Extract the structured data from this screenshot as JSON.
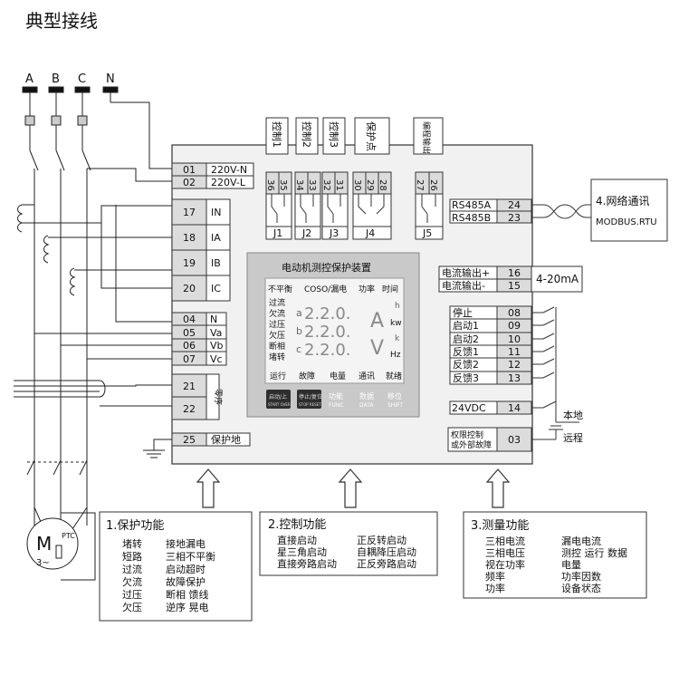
{
  "title": "典型接线",
  "phases": [
    "A",
    "B",
    "C",
    "N"
  ],
  "left_terminals": [
    {
      "num": "01",
      "label": "220V-N"
    },
    {
      "num": "02",
      "label": "220V-L"
    },
    {
      "num": "17",
      "label": "IN"
    },
    {
      "num": "18",
      "label": "IA"
    },
    {
      "num": "19",
      "label": "IB"
    },
    {
      "num": "20",
      "label": "IC"
    },
    {
      "num": "04",
      "label": "N"
    },
    {
      "num": "05",
      "label": "Va"
    },
    {
      "num": "06",
      "label": "Vb"
    },
    {
      "num": "07",
      "label": "Vc"
    },
    {
      "num": "21",
      "label": ""
    },
    {
      "num": "22",
      "label": ""
    },
    {
      "num": "25",
      "label": "保护地"
    }
  ],
  "leakage_label": "零序",
  "relays": [
    {
      "name": "控制1",
      "pins": [
        "36",
        "35"
      ],
      "block": "J1"
    },
    {
      "name": "控制2",
      "pins": [
        "34",
        "33"
      ],
      "block": "J2"
    },
    {
      "name": "控制3",
      "pins": [
        "32",
        "31"
      ],
      "block": "J3"
    },
    {
      "name": "保护点",
      "pins": [
        "30",
        "29",
        "28"
      ],
      "block": "J4"
    },
    {
      "name": "编程输出",
      "pins": [
        "27",
        "26"
      ],
      "block": "J5"
    }
  ],
  "comm": {
    "terminals": [
      {
        "label": "RS485A",
        "num": "24"
      },
      {
        "label": "RS485B",
        "num": "23"
      }
    ],
    "box_line1": "4.网络通讯",
    "box_line2": "MODBUS.RTU"
  },
  "analog_out": {
    "terminals": [
      {
        "label": "电流输出+",
        "num": "16"
      },
      {
        "label": "电流输出-",
        "num": "15"
      }
    ],
    "range": "4-20mA"
  },
  "inputs": [
    {
      "label": "停止",
      "num": "08"
    },
    {
      "label": "启动1",
      "num": "09"
    },
    {
      "label": "启动2",
      "num": "10"
    },
    {
      "label": "反馈1",
      "num": "11"
    },
    {
      "label": "反馈2",
      "num": "12"
    },
    {
      "label": "反馈3",
      "num": "13"
    }
  ],
  "power_24": {
    "label": "24VDC",
    "num": "14"
  },
  "local_label": "本地",
  "remote_label": "远程",
  "permission": {
    "line1": "权限控制",
    "line2": "或外部故障",
    "num": "03"
  },
  "device": {
    "title": "电动机测控保护装置",
    "top_labels": [
      "不平衡",
      "COSO/漏电",
      "功率",
      "时间"
    ],
    "left_labels": [
      "过流",
      "欠流",
      "过压",
      "欠压",
      "断相",
      "堵转"
    ],
    "rows": [
      {
        "prefix": "a",
        "digits": "2.2.0.",
        "unit_big": "A",
        "unit_small": "kw"
      },
      {
        "prefix": "b",
        "digits": "2.2.0.",
        "unit_big": "",
        "unit_small": ""
      },
      {
        "prefix": "c",
        "digits": "2.2.0.",
        "unit_big": "V",
        "unit_small": "Hz"
      }
    ],
    "h_mark": "h",
    "k_mark": "k",
    "status": [
      "运行",
      "故障",
      "电量",
      "通讯",
      "就绪"
    ],
    "buttons": [
      {
        "top": "启动/上",
        "bottom": "START OVER",
        "dark": true
      },
      {
        "top": "停止/复位",
        "bottom": "STOP RESET",
        "dark": true
      },
      {
        "top": "功能",
        "bottom": "FUNC",
        "dark": false
      },
      {
        "top": "数据",
        "bottom": "DATA",
        "dark": false
      },
      {
        "top": "移位",
        "bottom": "SHIFT",
        "dark": false
      }
    ]
  },
  "motor": {
    "symbol": "M",
    "phase": "3~",
    "ptc": "PTC"
  },
  "func_boxes": [
    {
      "title": "1.保护功能",
      "col1": [
        "堵转",
        "短路",
        "过流",
        "欠流",
        "过压",
        "欠压"
      ],
      "col2": [
        "接地漏电",
        "三相不平衡",
        "启动超时",
        "故障保护",
        "断相 馈线",
        "逆序 晃电"
      ]
    },
    {
      "title": "2.控制功能",
      "col1": [
        "直接启动",
        "星三角启动",
        "直接旁路启动"
      ],
      "col2": [
        "正反转启动",
        "自耦降压启动",
        "正反旁路启动"
      ]
    },
    {
      "title": "3.测量功能",
      "col1": [
        "三相电流",
        "三相电压",
        "视在功率",
        "频率",
        "功率"
      ],
      "col2": [
        "漏电电流",
        "测控 运行 数据",
        "电量",
        "功率因数",
        "设备状态"
      ]
    }
  ]
}
